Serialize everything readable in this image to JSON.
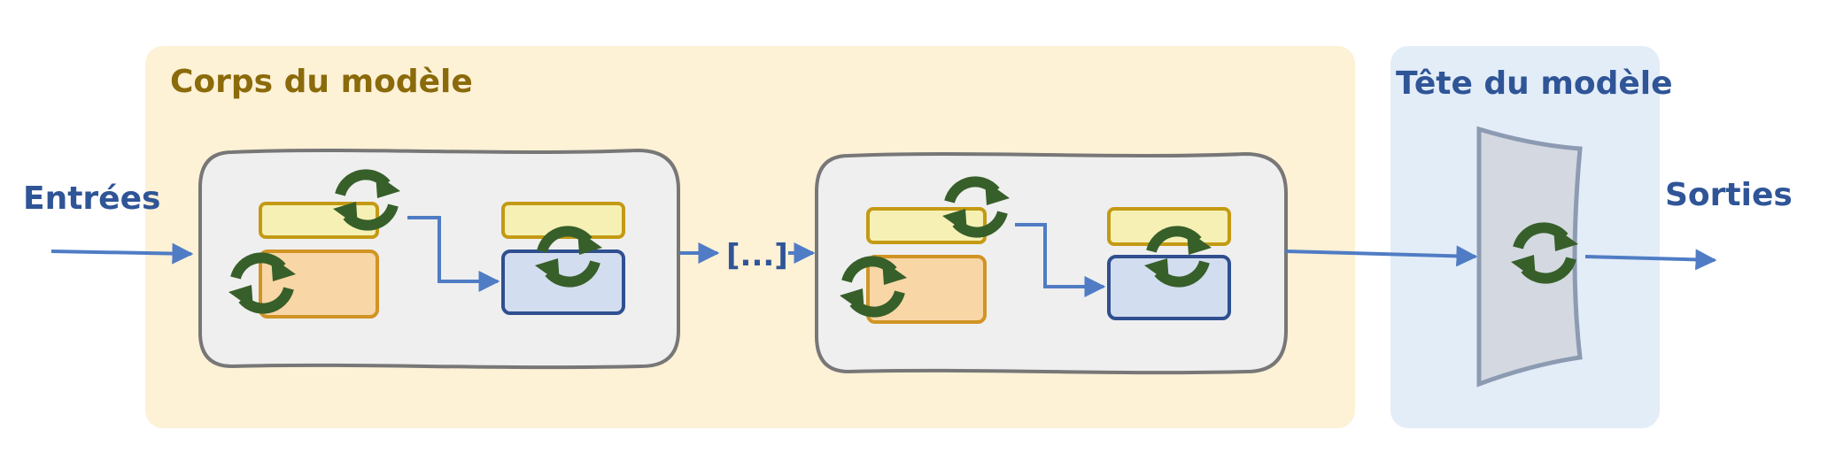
{
  "diagram": {
    "body_title": "Corps du modèle",
    "head_title": "Tête du modèle",
    "input_label": "Entrées",
    "output_label": "Sorties",
    "ellipsis_label": "[...]"
  },
  "colors": {
    "body_bg": "#fdf1d6",
    "head_bg": "#e3edf8",
    "block_bg": "#efefef",
    "block_border": "#777777",
    "yellow_fill": "#f6f0b4",
    "yellow_border": "#c49a14",
    "orange_fill": "#f8d6a6",
    "orange_border": "#d19424",
    "blue_fill": "#d3ddf0",
    "blue_border": "#2f4f8f",
    "arrow": "#4f7cc4",
    "refresh_icon": "#375f2a",
    "head_shape_fill": "#d4d9e1",
    "head_shape_border": "#8c9bb2"
  },
  "icons": {
    "refresh": "refresh-icon",
    "arrow": "arrow-right-icon"
  }
}
